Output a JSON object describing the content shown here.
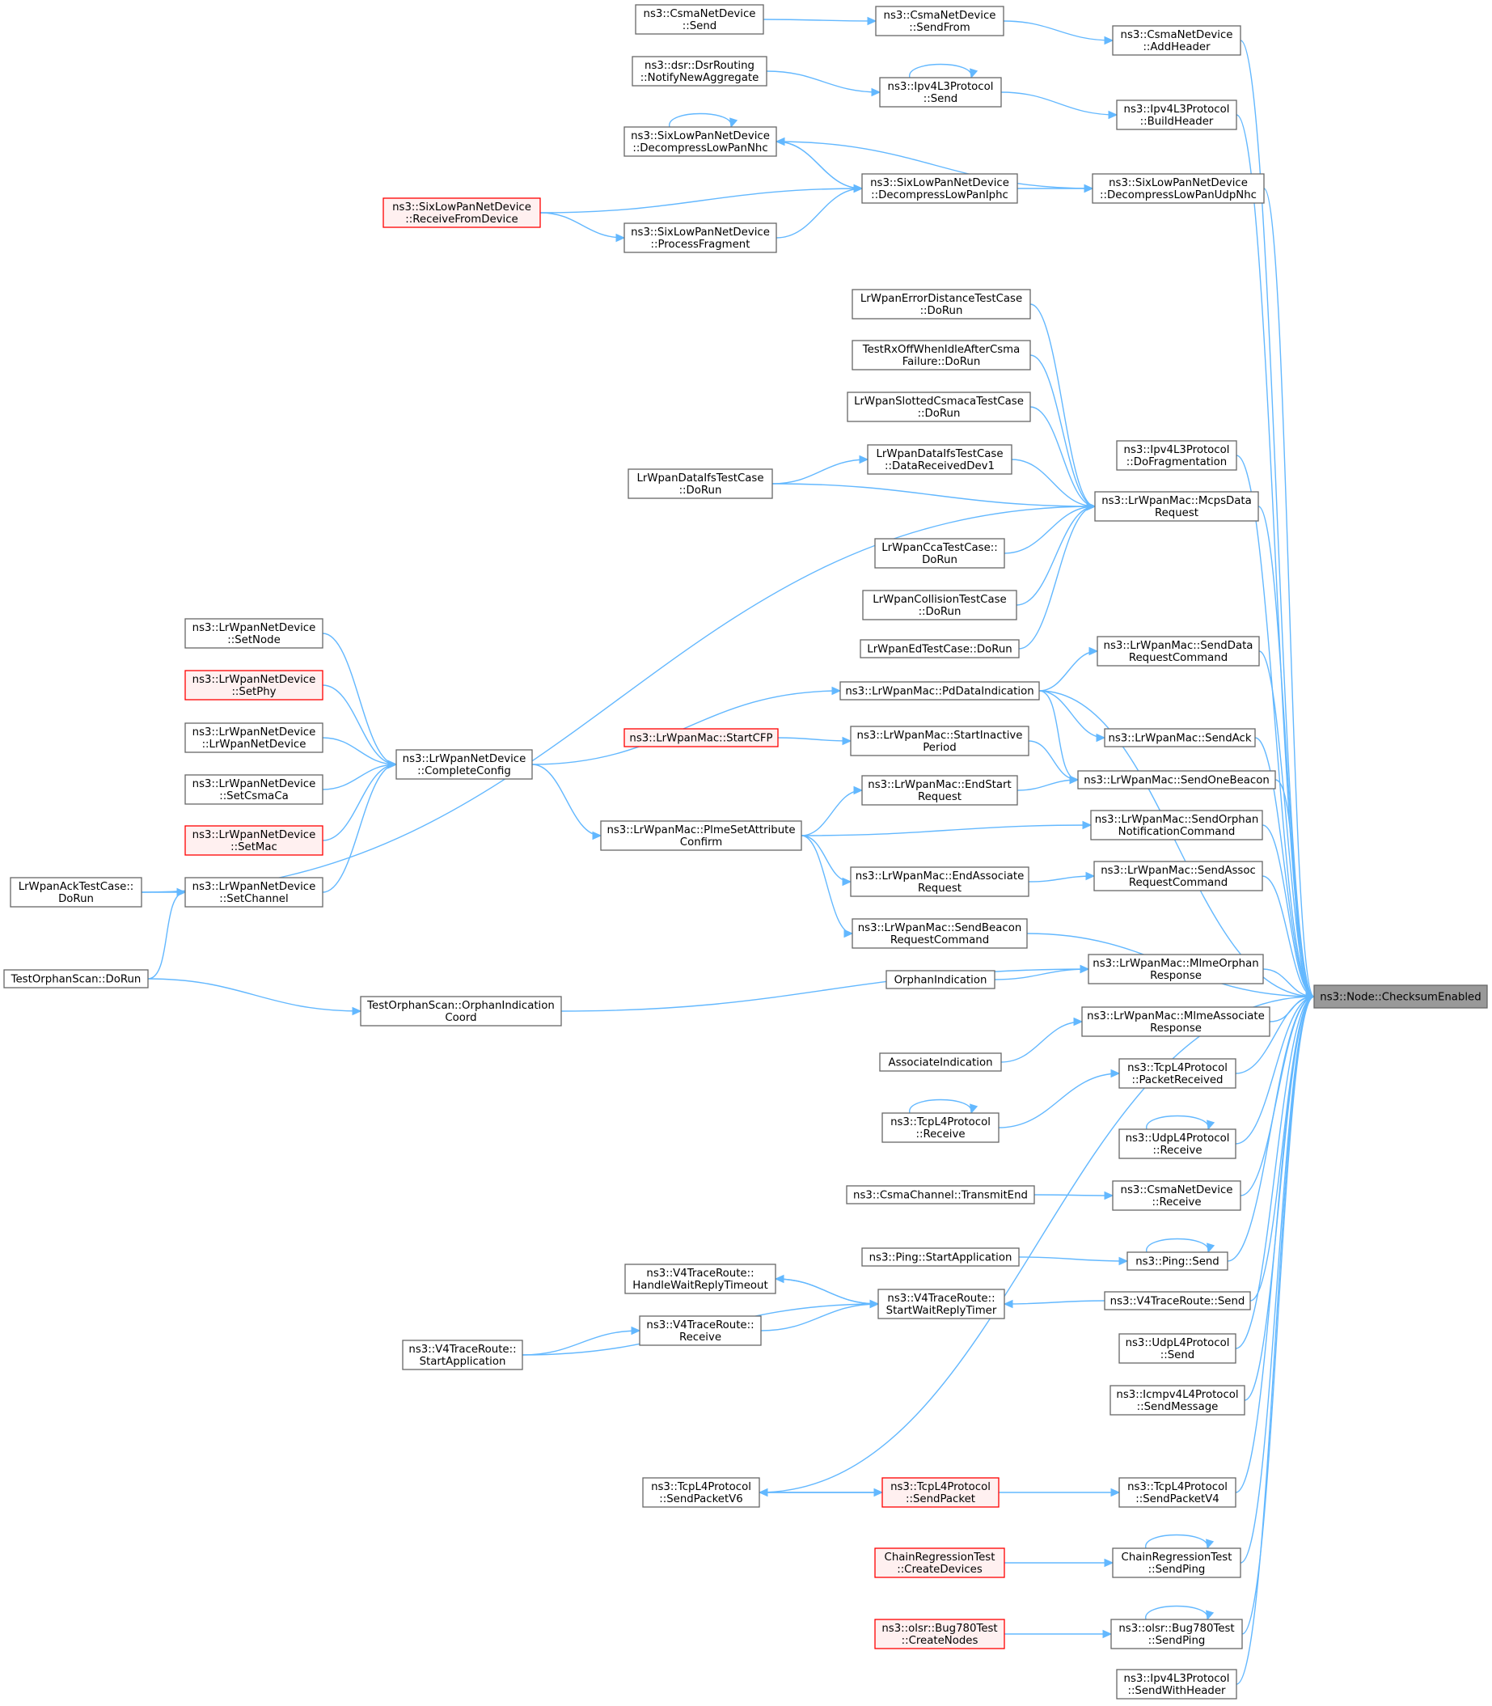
{
  "colors": {
    "edge": "#63b8ff",
    "node_border": "#666666",
    "node_fill": "#ffffff",
    "red_border": "#ff0000",
    "red_fill": "#fff0f0",
    "root_fill": "#999999"
  },
  "nodes": [
    {
      "id": "root",
      "lines": [
        "ns3::Node::ChecksumEnabled"
      ],
      "style": "root"
    },
    {
      "id": "csma_send",
      "lines": [
        "ns3::CsmaNetDevice",
        "::Send"
      ]
    },
    {
      "id": "csma_sendfrom",
      "lines": [
        "ns3::CsmaNetDevice",
        "::SendFrom"
      ]
    },
    {
      "id": "csma_addheader",
      "lines": [
        "ns3::CsmaNetDevice",
        "::AddHeader"
      ]
    },
    {
      "id": "dsr_notify",
      "lines": [
        "ns3::dsr::DsrRouting",
        "::NotifyNewAggregate"
      ]
    },
    {
      "id": "ipv4_send",
      "lines": [
        "ns3::Ipv4L3Protocol",
        "::Send"
      ]
    },
    {
      "id": "ipv4_buildheader",
      "lines": [
        "ns3::Ipv4L3Protocol",
        "::BuildHeader"
      ]
    },
    {
      "id": "six_nhc",
      "lines": [
        "ns3::SixLowPanNetDevice",
        "::DecompressLowPanNhc"
      ]
    },
    {
      "id": "six_iphc",
      "lines": [
        "ns3::SixLowPanNetDevice",
        "::DecompressLowPanIphc"
      ]
    },
    {
      "id": "six_udpnhc",
      "lines": [
        "ns3::SixLowPanNetDevice",
        "::DecompressLowPanUdpNhc"
      ]
    },
    {
      "id": "six_recv",
      "lines": [
        "ns3::SixLowPanNetDevice",
        "::ReceiveFromDevice"
      ],
      "style": "red"
    },
    {
      "id": "six_frag",
      "lines": [
        "ns3::SixLowPanNetDevice",
        "::ProcessFragment"
      ]
    },
    {
      "id": "errdist",
      "lines": [
        "LrWpanErrorDistanceTestCase",
        "::DoRun"
      ]
    },
    {
      "id": "rxoff",
      "lines": [
        "TestRxOffWhenIdleAfterCsma",
        "Failure::DoRun"
      ]
    },
    {
      "id": "slotted",
      "lines": [
        "LrWpanSlottedCsmacaTestCase",
        "::DoRun"
      ]
    },
    {
      "id": "ipv4_frag",
      "lines": [
        "ns3::Ipv4L3Protocol",
        "::DoFragmentation"
      ]
    },
    {
      "id": "ifs_dev1",
      "lines": [
        "LrWpanDataIfsTestCase",
        "::DataReceivedDev1"
      ]
    },
    {
      "id": "ifs_dorun",
      "lines": [
        "LrWpanDataIfsTestCase",
        "::DoRun"
      ]
    },
    {
      "id": "mcps",
      "lines": [
        "ns3::LrWpanMac::McpsData",
        "Request"
      ]
    },
    {
      "id": "cca",
      "lines": [
        "LrWpanCcaTestCase::",
        "DoRun"
      ]
    },
    {
      "id": "collision",
      "lines": [
        "LrWpanCollisionTestCase",
        "::DoRun"
      ]
    },
    {
      "id": "ed",
      "lines": [
        "LrWpanEdTestCase::DoRun"
      ]
    },
    {
      "id": "senddata",
      "lines": [
        "ns3::LrWpanMac::SendData",
        "RequestCommand"
      ]
    },
    {
      "id": "pddata",
      "lines": [
        "ns3::LrWpanMac::PdDataIndication"
      ]
    },
    {
      "id": "setnode",
      "lines": [
        "ns3::LrWpanNetDevice",
        "::SetNode"
      ]
    },
    {
      "id": "setphy",
      "lines": [
        "ns3::LrWpanNetDevice",
        "::SetPhy"
      ],
      "style": "red"
    },
    {
      "id": "lrdev",
      "lines": [
        "ns3::LrWpanNetDevice",
        "::LrWpanNetDevice"
      ]
    },
    {
      "id": "setcsma",
      "lines": [
        "ns3::LrWpanNetDevice",
        "::SetCsmaCa"
      ]
    },
    {
      "id": "setmac",
      "lines": [
        "ns3::LrWpanNetDevice",
        "::SetMac"
      ],
      "style": "red"
    },
    {
      "id": "setchan",
      "lines": [
        "ns3::LrWpanNetDevice",
        "::SetChannel"
      ]
    },
    {
      "id": "complete",
      "lines": [
        "ns3::LrWpanNetDevice",
        "::CompleteConfig"
      ]
    },
    {
      "id": "startcfp",
      "lines": [
        "ns3::LrWpanMac::StartCFP"
      ],
      "style": "red"
    },
    {
      "id": "inactive",
      "lines": [
        "ns3::LrWpanMac::StartInactive",
        "Period"
      ]
    },
    {
      "id": "sendack",
      "lines": [
        "ns3::LrWpanMac::SendAck"
      ]
    },
    {
      "id": "endstart",
      "lines": [
        "ns3::LrWpanMac::EndStart",
        "Request"
      ]
    },
    {
      "id": "onebeacon",
      "lines": [
        "ns3::LrWpanMac::SendOneBeacon"
      ]
    },
    {
      "id": "plme",
      "lines": [
        "ns3::LrWpanMac::PlmeSetAttribute",
        "Confirm"
      ]
    },
    {
      "id": "orphannotif",
      "lines": [
        "ns3::LrWpanMac::SendOrphan",
        "NotificationCommand"
      ]
    },
    {
      "id": "endassoc",
      "lines": [
        "ns3::LrWpanMac::EndAssociate",
        "Request"
      ]
    },
    {
      "id": "sendassoc",
      "lines": [
        "ns3::LrWpanMac::SendAssoc",
        "RequestCommand"
      ]
    },
    {
      "id": "ackdorun",
      "lines": [
        "LrWpanAckTestCase::",
        "DoRun"
      ]
    },
    {
      "id": "beaconreq",
      "lines": [
        "ns3::LrWpanMac::SendBeacon",
        "RequestCommand"
      ]
    },
    {
      "id": "orphanscan",
      "lines": [
        "TestOrphanScan::DoRun"
      ]
    },
    {
      "id": "orphanind",
      "lines": [
        "OrphanIndication"
      ]
    },
    {
      "id": "orphanresp",
      "lines": [
        "ns3::LrWpanMac::MlmeOrphan",
        "Response"
      ]
    },
    {
      "id": "orphancoord",
      "lines": [
        "TestOrphanScan::OrphanIndication",
        "Coord"
      ]
    },
    {
      "id": "assocresp",
      "lines": [
        "ns3::LrWpanMac::MlmeAssociate",
        "Response"
      ]
    },
    {
      "id": "associnds",
      "lines": [
        "AssociateIndication"
      ]
    },
    {
      "id": "tcp_pktrecv",
      "lines": [
        "ns3::TcpL4Protocol",
        "::PacketReceived"
      ]
    },
    {
      "id": "tcp_recv",
      "lines": [
        "ns3::TcpL4Protocol",
        "::Receive"
      ]
    },
    {
      "id": "udp_recv",
      "lines": [
        "ns3::UdpL4Protocol",
        "::Receive"
      ]
    },
    {
      "id": "csmachan",
      "lines": [
        "ns3::CsmaChannel::TransmitEnd"
      ]
    },
    {
      "id": "csma_recv",
      "lines": [
        "ns3::CsmaNetDevice",
        "::Receive"
      ]
    },
    {
      "id": "ping_start",
      "lines": [
        "ns3::Ping::StartApplication"
      ]
    },
    {
      "id": "ping_send",
      "lines": [
        "ns3::Ping::Send"
      ]
    },
    {
      "id": "v4_handle",
      "lines": [
        "ns3::V4TraceRoute::",
        "HandleWaitReplyTimeout"
      ]
    },
    {
      "id": "v4_timer",
      "lines": [
        "ns3::V4TraceRoute::",
        "StartWaitReplyTimer"
      ]
    },
    {
      "id": "v4_send",
      "lines": [
        "ns3::V4TraceRoute::Send"
      ]
    },
    {
      "id": "v4_recv",
      "lines": [
        "ns3::V4TraceRoute::",
        "Receive"
      ]
    },
    {
      "id": "v4_startapp",
      "lines": [
        "ns3::V4TraceRoute::",
        "StartApplication"
      ]
    },
    {
      "id": "udp_send",
      "lines": [
        "ns3::UdpL4Protocol",
        "::Send"
      ]
    },
    {
      "id": "icmp_send",
      "lines": [
        "ns3::Icmpv4L4Protocol",
        "::SendMessage"
      ]
    },
    {
      "id": "tcp_v6",
      "lines": [
        "ns3::TcpL4Protocol",
        "::SendPacketV6"
      ]
    },
    {
      "id": "tcp_sendpkt",
      "lines": [
        "ns3::TcpL4Protocol",
        "::SendPacket"
      ],
      "style": "red"
    },
    {
      "id": "tcp_v4",
      "lines": [
        "ns3::TcpL4Protocol",
        "::SendPacketV4"
      ]
    },
    {
      "id": "chain_create",
      "lines": [
        "ChainRegressionTest",
        "::CreateDevices"
      ],
      "style": "red"
    },
    {
      "id": "chain_ping",
      "lines": [
        "ChainRegressionTest",
        "::SendPing"
      ]
    },
    {
      "id": "olsr_create",
      "lines": [
        "ns3::olsr::Bug780Test",
        "::CreateNodes"
      ],
      "style": "red"
    },
    {
      "id": "olsr_ping",
      "lines": [
        "ns3::olsr::Bug780Test",
        "::SendPing"
      ]
    },
    {
      "id": "ipv4_withheader",
      "lines": [
        "ns3::Ipv4L3Protocol",
        "::SendWithHeader"
      ]
    }
  ]
}
